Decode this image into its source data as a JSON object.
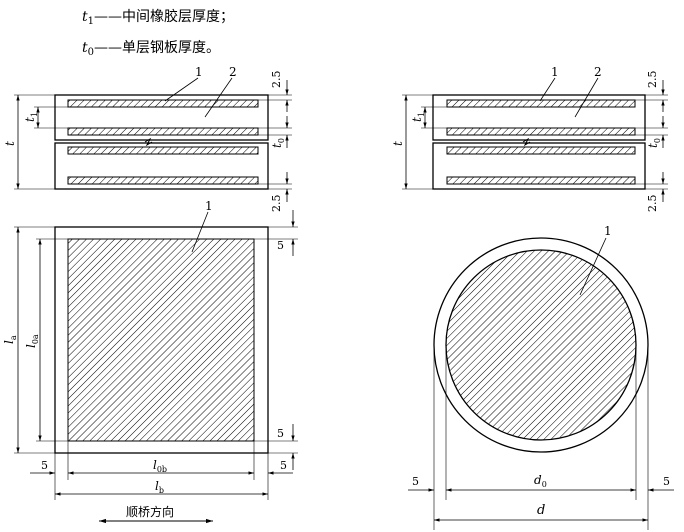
{
  "legend": [
    {
      "symbol": "t",
      "sub": "1",
      "dash": "——",
      "text": "中间橡胶层厚度；"
    },
    {
      "symbol": "t",
      "sub": "0",
      "dash": "——",
      "text": "单层钢板厚度。"
    }
  ],
  "callouts": {
    "steel": "1",
    "rubber": "2"
  },
  "dims": {
    "cover": "2.5",
    "edge": "5",
    "t": "t",
    "t1": "t",
    "t1_sub": "1",
    "t0": "t",
    "t0_sub": "0",
    "la": "l",
    "la_sub": "a",
    "l0a": "l",
    "l0a_sub": "0a",
    "l0b": "l",
    "l0b_sub": "0b",
    "lb": "l",
    "lb_sub": "b",
    "d0": "d",
    "d0_sub": "0",
    "d": "d"
  },
  "direction_label": "顺桥方向"
}
